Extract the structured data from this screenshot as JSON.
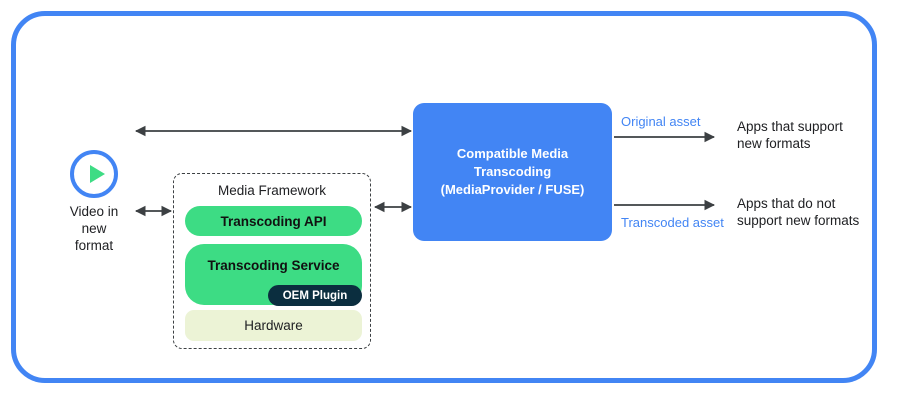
{
  "diagram": {
    "title": "Compatible Media Transcoding",
    "frame_color": "#4285F4",
    "accent_green": "#3DDC84",
    "accent_pale": "#ECF3D6",
    "accent_dark": "#0B2E3F",
    "text_color": "#202124"
  },
  "source": {
    "icon": "play-circle-icon",
    "caption": "Video in\nnew\nformat"
  },
  "framework": {
    "title": "Media Framework",
    "blocks": [
      {
        "label": "Transcoding API",
        "color": "#3DDC84"
      },
      {
        "label": "Transcoding Service",
        "color": "#3DDC84"
      },
      {
        "label": "Hardware",
        "color": "#ECF3D6"
      }
    ],
    "plugin": {
      "label": "OEM Plugin",
      "color": "#0B2E3F"
    }
  },
  "transcoder": {
    "label": "Compatible Media\nTranscoding\n(MediaProvider / FUSE)",
    "color": "#4285F4"
  },
  "outputs": [
    {
      "asset_label": "Original asset",
      "consumer_label": "Apps that support\nnew formats"
    },
    {
      "asset_label": "Transcoded asset",
      "consumer_label": "Apps that do not\nsupport new formats"
    }
  ],
  "connections": [
    {
      "name": "video-to-framework",
      "type": "bidirectional"
    },
    {
      "name": "framework-to-transcoder",
      "type": "bidirectional"
    },
    {
      "name": "video-to-transcoder-top",
      "type": "bidirectional"
    },
    {
      "name": "transcoder-to-apps-original",
      "type": "unidirectional"
    },
    {
      "name": "transcoder-to-apps-transcoded",
      "type": "unidirectional"
    }
  ]
}
